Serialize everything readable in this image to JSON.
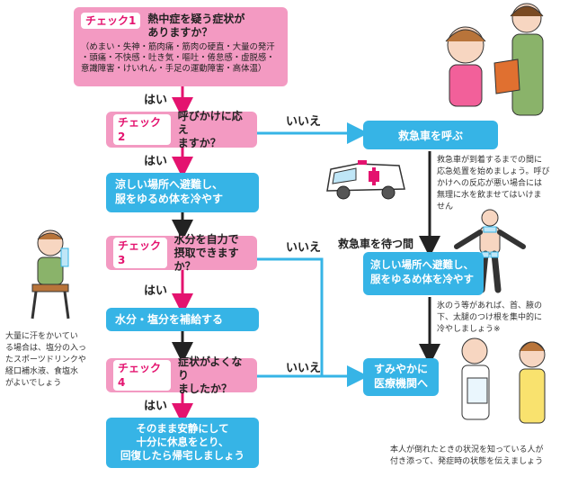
{
  "check1": {
    "badge": "チェック1",
    "question_line1": "熱中症を疑う症状が",
    "question_line2": "ありますか？",
    "symptoms_line1": "（めまい・失神・筋肉痛・筋肉の硬直・大量の発汗",
    "symptoms_line2": "・頭痛・不快感・吐き気・嘔吐・倦怠感・虚脱感・",
    "symptoms_line3": "意識障害・けいれん・手足の運動障害・高体温）"
  },
  "check2": {
    "badge": "チェック2",
    "question_line1": "呼びかけに応え",
    "question_line2": "ますか？"
  },
  "check3": {
    "badge": "チェック3",
    "question_line1": "水分を自力で",
    "question_line2": "摂取できますか？"
  },
  "check4": {
    "badge": "チェック4",
    "question_line1": "症状がよくなり",
    "question_line2": "ましたか？"
  },
  "labels": {
    "yes": "はい",
    "no": "いいえ",
    "wait": "救急車を待つ間"
  },
  "actions": {
    "cool_line1": "涼しい場所へ避難し、",
    "cool_line2": "服をゆるめ体を冷やす",
    "water": "水分・塩分を補給する",
    "rest_line1": "そのまま安静にして",
    "rest_line2": "十分に休息をとり、",
    "rest_line3": "回復したら帰宅しましょう",
    "ambulance": "救急車を呼ぶ",
    "cool2_line1": "涼しい場所へ避難し、",
    "cool2_line2": "服をゆるめ体を冷やす",
    "hospital_line1": "すみやかに",
    "hospital_line2": "医療機関へ"
  },
  "notes": {
    "ambulance_note": [
      "救急車が到着するまでの間に",
      "応急処置を始めましょう。呼び",
      "かけへの反応が悪い場合には",
      "無理に水を飲ませてはいけま",
      "せん"
    ],
    "ice_note": [
      "氷のう等があれば、首、腋の",
      "下、太腿のつけ根を集中的に",
      "冷やしましょう※"
    ],
    "sweat_note": [
      "大量に汗をかいてい",
      "る場合は、塩分の入っ",
      "たスポーツドリンクや",
      "経口補水液、食塩水",
      "がよいでしょう"
    ],
    "hospital_note": [
      "本人が倒れたときの状況を知っている人が",
      "付き添って、発症時の状態を伝えましょう"
    ]
  },
  "colors": {
    "pink": "#f39ac2",
    "blue": "#36b4e6",
    "arrow_pink": "#e4136f",
    "arrow_blue": "#36b4e6",
    "badge_text": "#e4136f"
  }
}
